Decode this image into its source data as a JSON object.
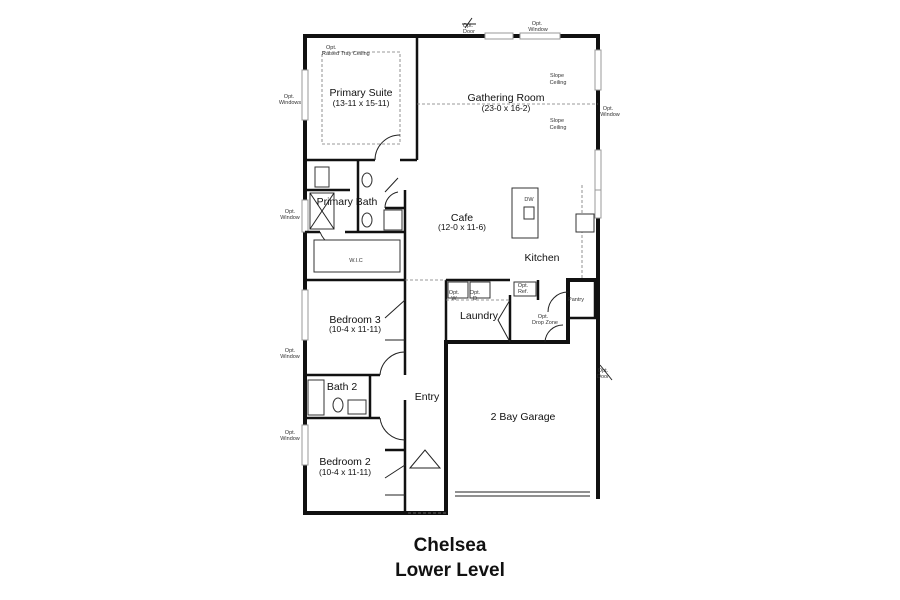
{
  "plan_name": "Chelsea",
  "level": "Lower Level",
  "rooms": {
    "primary_suite": {
      "name": "Primary Suite",
      "dims": "(13-11 x 15-11)"
    },
    "gathering_room": {
      "name": "Gathering Room",
      "dims": "(23-0 x 16-2)"
    },
    "primary_bath": {
      "name": "Primary Bath"
    },
    "cafe": {
      "name": "Cafe",
      "dims": "(12-0 x 11-6)"
    },
    "kitchen": {
      "name": "Kitchen"
    },
    "wic": {
      "name": "W.I.C"
    },
    "bedroom3": {
      "name": "Bedroom 3",
      "dims": "(10-4 x 11-11)"
    },
    "laundry": {
      "name": "Laundry"
    },
    "pantry": {
      "name": "Pantry"
    },
    "bath2": {
      "name": "Bath 2"
    },
    "entry": {
      "name": "Entry"
    },
    "garage": {
      "name": "2 Bay Garage"
    },
    "bedroom2": {
      "name": "Bedroom 2",
      "dims": "(10-4 x 11-11)"
    }
  },
  "notes": {
    "opt_tray_1": "Opt.",
    "opt_tray_2": "Raised Tray Ceiling",
    "opt_windows_1": "Opt.",
    "opt_windows_2": "Windows",
    "opt_door_top_1": "Opt.",
    "opt_door_top_2": "Door",
    "opt_window_top_1": "Opt.",
    "opt_window_top_2": "Window",
    "slope_1a": "Slope",
    "slope_1b": "Ceiling",
    "slope_2a": "Slope",
    "slope_2b": "Ceiling",
    "opt_window_right_1": "Opt.",
    "opt_window_right_2": "Window",
    "opt_window_bath_1": "Opt.",
    "opt_window_bath_2": "Window",
    "dw": "DW",
    "opt_w_1": "Opt.",
    "opt_w_2": "W",
    "opt_d_1": "Opt.",
    "opt_d_2": "D",
    "opt_ref_1": "Opt.",
    "opt_ref_2": "Ref.",
    "opt_drop_1": "Opt.",
    "opt_drop_2": "Drop Zone",
    "opt_window_bed3_1": "Opt.",
    "opt_window_bed3_2": "Window",
    "opt_door_garage_1": "Opt.",
    "opt_door_garage_2": "Door",
    "opt_window_bed2_1": "Opt.",
    "opt_window_bed2_2": "Window"
  }
}
